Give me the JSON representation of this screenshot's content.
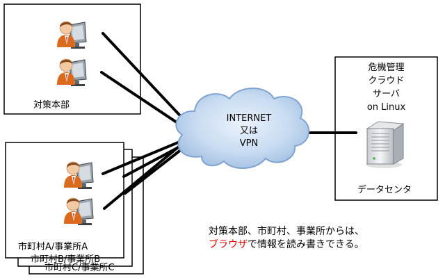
{
  "hq": {
    "label": "対策本部"
  },
  "municipal": {
    "labels": [
      "市町村A/事業所A",
      "市町村B/事業所B",
      "市町村C/事業所C"
    ]
  },
  "cloud": {
    "lines": [
      "INTERNET",
      "又は",
      "VPN"
    ]
  },
  "datacenter": {
    "server_lines": [
      "危機管理",
      "クラウド",
      "サーバ",
      "on Linux"
    ],
    "label": "データセンタ"
  },
  "caption": {
    "line1": "対策本部、市町村、事業所からは、",
    "line2_highlight": "ブラウザ",
    "line2_rest": "で情報を読み書きできる。"
  },
  "colors": {
    "cloud_fill": "#bcd4ee",
    "highlight": "#e00000"
  }
}
